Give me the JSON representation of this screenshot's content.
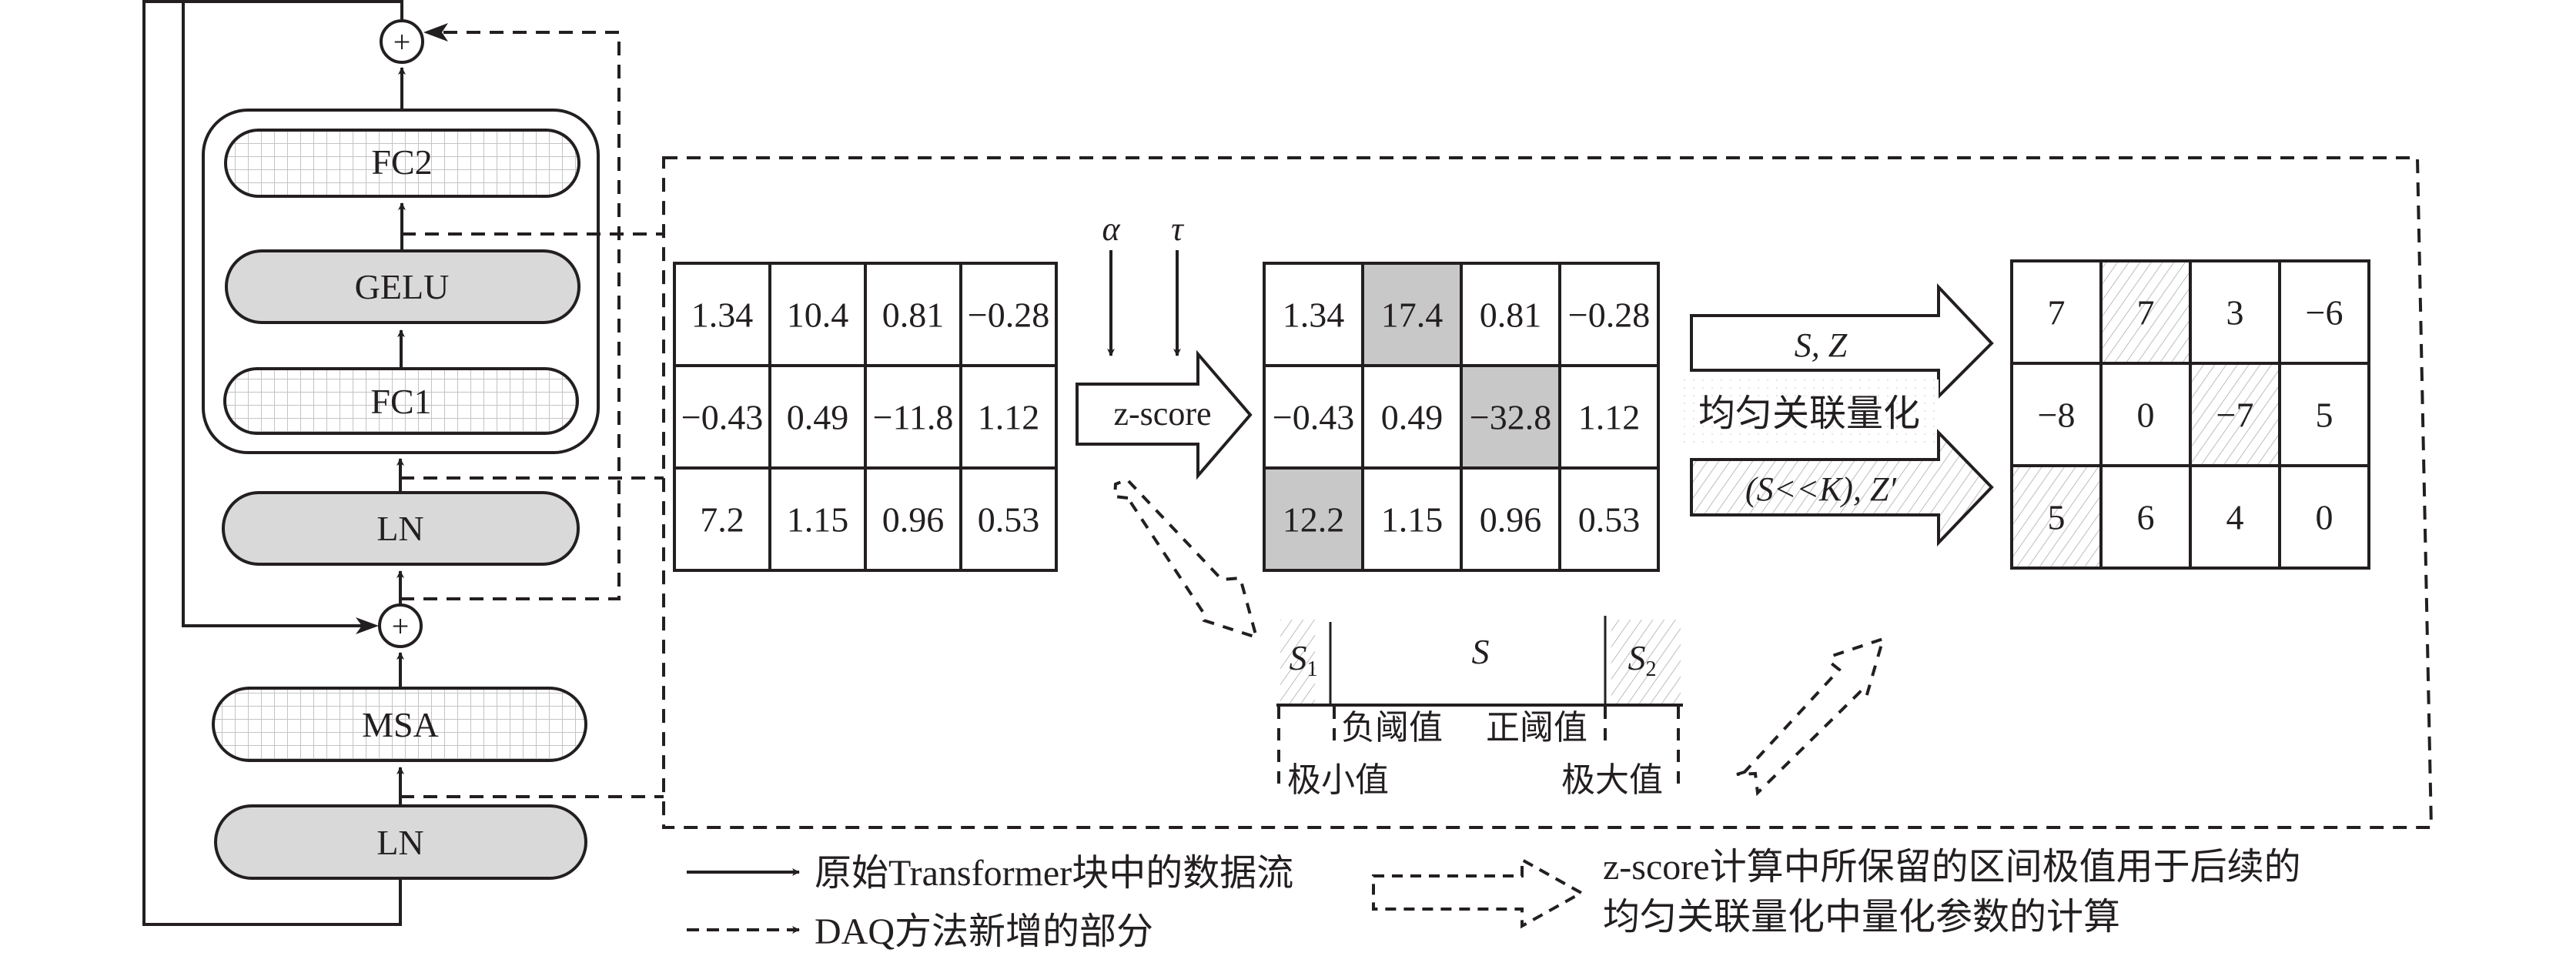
{
  "transformer_block": {
    "layers": [
      {
        "id": "fc2",
        "label": "FC2",
        "style": "grid"
      },
      {
        "id": "gelu",
        "label": "GELU",
        "style": "gray"
      },
      {
        "id": "fc1",
        "label": "FC1",
        "style": "grid"
      },
      {
        "id": "ln2",
        "label": "LN",
        "style": "gray"
      },
      {
        "id": "msa",
        "label": "MSA",
        "style": "grid"
      },
      {
        "id": "ln1",
        "label": "LN",
        "style": "gray"
      }
    ],
    "add_symbol": "+"
  },
  "zscore": {
    "alpha_label": "α",
    "tau_label": "τ",
    "arrow_label": "z-score"
  },
  "input_matrix": {
    "rows": [
      [
        "1.34",
        "10.4",
        "0.81",
        "−0.28"
      ],
      [
        "−0.43",
        "0.49",
        "−11.8",
        "1.12"
      ],
      [
        "7.2",
        "1.15",
        "0.96",
        "0.53"
      ]
    ]
  },
  "zscore_matrix": {
    "rows": [
      [
        "1.34",
        "17.4",
        "0.81",
        "−0.28"
      ],
      [
        "−0.43",
        "0.49",
        "−32.8",
        "1.12"
      ],
      [
        "12.2",
        "1.15",
        "0.96",
        "0.53"
      ]
    ],
    "outliers": [
      [
        0,
        1
      ],
      [
        1,
        2
      ],
      [
        2,
        0
      ]
    ]
  },
  "quant_arrows": {
    "normal_label_main": "S, Z",
    "outlier_label": "(S<<K), Z′",
    "method_label": "均匀关联量化"
  },
  "output_matrix": {
    "rows": [
      [
        "7",
        "7",
        "3",
        "−6"
      ],
      [
        "−8",
        "0",
        "−7",
        "5"
      ],
      [
        "5",
        "6",
        "4",
        "0"
      ]
    ],
    "outliers": [
      [
        0,
        1
      ],
      [
        1,
        2
      ],
      [
        2,
        0
      ]
    ]
  },
  "range_bar": {
    "s1_label": "S",
    "s1_sub": "1",
    "s_label": "S",
    "s2_label": "S",
    "s2_sub": "2",
    "neg_threshold": "负阈值",
    "pos_threshold": "正阈值",
    "min_value": "极小值",
    "max_value": "极大值"
  },
  "legend": {
    "solid_arrow": "原始Transformer块中的数据流",
    "dashed_arrow": "DAQ方法新增的部分",
    "hollow_arrow_line1": "z-score计算中所保留的区间极值用于后续的",
    "hollow_arrow_line2": "均匀关联量化中量化参数的计算"
  },
  "colors": {
    "ink": "#231f20",
    "gray_fill": "#d9d9d9",
    "outlier_fill": "#c8c8c8",
    "grid_line": "#c4c4c4",
    "hatch_line": "#bdbdbd"
  }
}
